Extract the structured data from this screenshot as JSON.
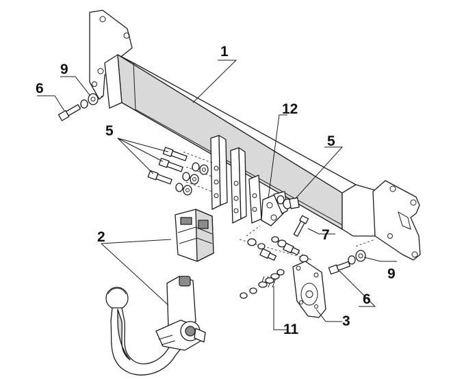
{
  "callouts": [
    {
      "id": "c1",
      "label": "1"
    },
    {
      "id": "c2",
      "label": "2"
    },
    {
      "id": "c3",
      "label": "3"
    },
    {
      "id": "c5a",
      "label": "5"
    },
    {
      "id": "c5b",
      "label": "5"
    },
    {
      "id": "c6a",
      "label": "6"
    },
    {
      "id": "c6b",
      "label": "6"
    },
    {
      "id": "c7",
      "label": "7"
    },
    {
      "id": "c9a",
      "label": "9"
    },
    {
      "id": "c9b",
      "label": "9"
    },
    {
      "id": "c11",
      "label": "11"
    },
    {
      "id": "c12",
      "label": "12"
    }
  ]
}
